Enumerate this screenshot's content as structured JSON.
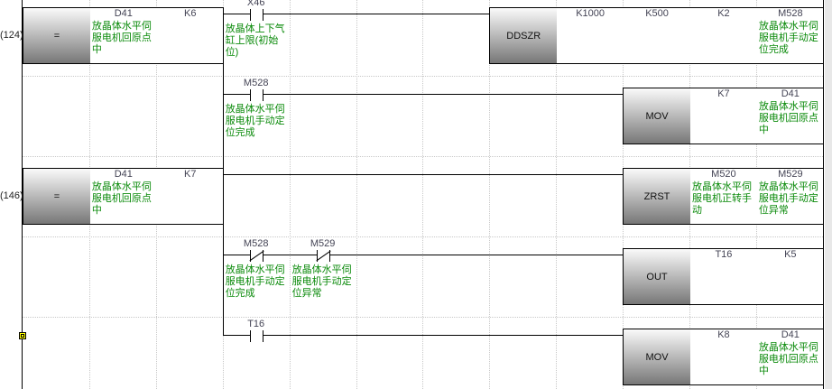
{
  "rungs": [
    {
      "row": 0,
      "step": "(124)"
    },
    {
      "row": 2,
      "step": "(146)"
    }
  ],
  "rows": [
    {
      "compare": {
        "instr": "=",
        "ops": [
          {
            "dev": "D41",
            "comment": "放晶体水平伺服电机回原点中"
          },
          {
            "dev": "K6"
          }
        ]
      },
      "contacts": [
        {
          "col": 3,
          "dev": "X46",
          "type": "NO",
          "comment": "放晶体上下气缸上限(初始位)"
        }
      ],
      "func": {
        "startCol": 7,
        "instr": "DDSZR",
        "ops": [
          {
            "dev": "K1000"
          },
          {
            "dev": "K500"
          },
          {
            "dev": "K2"
          },
          {
            "dev": "M528",
            "comment": "放晶体水平伺服电机手动定位完成"
          }
        ]
      }
    },
    {
      "contacts": [
        {
          "col": 3,
          "dev": "M528",
          "type": "NO",
          "comment": "放晶体水平伺服电机手动定位完成"
        }
      ],
      "func": {
        "startCol": 9,
        "instr": "MOV",
        "ops": [
          {
            "dev": "K7"
          },
          {
            "dev": "D41",
            "comment": "放晶体水平伺服电机回原点中"
          }
        ]
      }
    },
    {
      "compare": {
        "instr": "=",
        "ops": [
          {
            "dev": "D41",
            "comment": "放晶体水平伺服电机回原点中"
          },
          {
            "dev": "K7"
          }
        ]
      },
      "contacts": [],
      "func": {
        "startCol": 9,
        "instr": "ZRST",
        "ops": [
          {
            "dev": "M520",
            "comment": "放晶体水平伺服电机正转手动"
          },
          {
            "dev": "M529",
            "comment": "放晶体水平伺服电机手动定位异常"
          }
        ]
      }
    },
    {
      "contacts": [
        {
          "col": 3,
          "dev": "M528",
          "type": "NC",
          "comment": "放晶体水平伺服电机手动定位完成"
        },
        {
          "col": 4,
          "dev": "M529",
          "type": "NC",
          "comment": "放晶体水平伺服电机手动定位异常"
        }
      ],
      "func": {
        "startCol": 9,
        "instr": "OUT",
        "ops": [
          {
            "dev": "T16"
          },
          {
            "dev": "K5"
          }
        ]
      }
    },
    {
      "contacts": [
        {
          "col": 3,
          "dev": "T16",
          "type": "NO"
        }
      ],
      "func": {
        "startCol": 9,
        "instr": "MOV",
        "ops": [
          {
            "dev": "K8"
          },
          {
            "dev": "D41",
            "comment": "放晶体水平伺服电机回原点中"
          }
        ]
      }
    }
  ]
}
